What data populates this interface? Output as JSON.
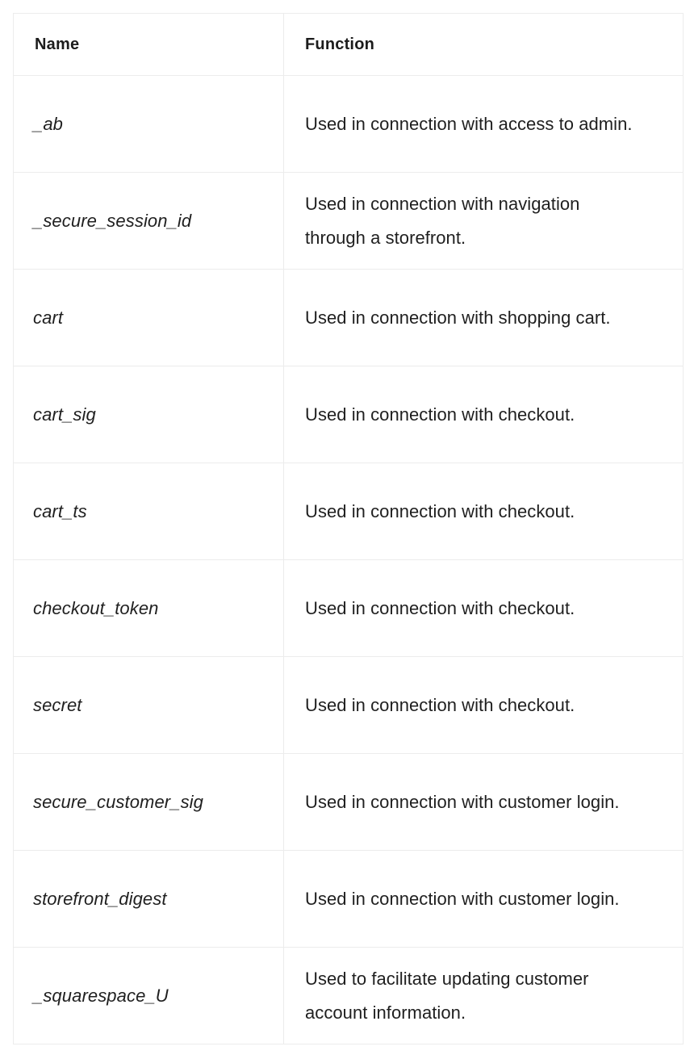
{
  "table": {
    "columns": [
      {
        "key": "name",
        "label": "Name"
      },
      {
        "key": "function",
        "label": "Function"
      }
    ],
    "rows": [
      {
        "name": "_ab",
        "function": "Used in connection with access to admin."
      },
      {
        "name": "_secure_session_id",
        "function": "Used in connection with navigation through a storefront."
      },
      {
        "name": "cart",
        "function": "Used in connection with shopping cart."
      },
      {
        "name": "cart_sig",
        "function": "Used in connection with checkout."
      },
      {
        "name": "cart_ts",
        "function": "Used in connection with checkout."
      },
      {
        "name": "checkout_token",
        "function": "Used in connection with checkout."
      },
      {
        "name": "secret",
        "function": "Used in connection with checkout."
      },
      {
        "name": "secure_customer_sig",
        "function": "Used in connection with customer login."
      },
      {
        "name": "storefront_digest",
        "function": "Used in connection with customer login."
      },
      {
        "name": "_squarespace_U",
        "function": "Used to facilitate updating customer account information."
      }
    ]
  },
  "style": {
    "border_color": "#ececec",
    "text_color": "#1f1f1f",
    "header_text_color": "#1c1c1c",
    "background": "#ffffff"
  }
}
